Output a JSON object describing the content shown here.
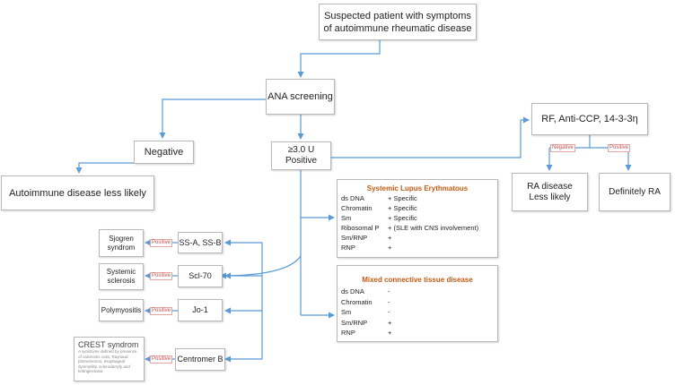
{
  "nodes": {
    "suspected": "Suspected patient with symptoms of autoimmune rheumatic disease",
    "ana": "ANA screening",
    "negative": "Negative",
    "less_likely": "Autoimmune disease less likely",
    "positive_line1": "≥3.0 U",
    "positive_line2": "Positive",
    "rf": "RF, Anti-CCP, 14-3-3η",
    "ra_less_line1": "RA disease",
    "ra_less_line2": "Less likely",
    "definitely_ra": "Definitely RA",
    "ssa": "SS-A, SS-B",
    "scl70": "Scl-70",
    "jo1": "Jo-1",
    "centromere": "Centromer B",
    "sjogren_line1": "Sjogren",
    "sjogren_line2": "syndrom",
    "ssc_line1": "Systemic",
    "ssc_line2": "sclerosis",
    "polymyositis": "Polymyositis",
    "crest_title": "CREST syndrom",
    "crest_desc": "A syndrome defined by presence of calcinosis cutis, Raynaud phenomenon, esophageal dysmotility, sclerodactyly and telangiectasia"
  },
  "tags": {
    "negative": "Negative",
    "positive": "Positive"
  },
  "sle": {
    "title": "Systemic Lupus Erythmatous",
    "rows": [
      {
        "name": "ds DNA",
        "value": "+ Specific"
      },
      {
        "name": "Chromatin",
        "value": "+ Specific"
      },
      {
        "name": "Sm",
        "value": "+ Specific"
      },
      {
        "name": "Ribosomal P",
        "value": "+ (SLE with CNS involvement)"
      },
      {
        "name": "Sm/RNP",
        "value": "+"
      },
      {
        "name": "RNP",
        "value": "+"
      }
    ]
  },
  "mctd": {
    "title": "Mixed connective tissue disease",
    "rows": [
      {
        "name": "ds DNA",
        "value": "-"
      },
      {
        "name": "Chromatin",
        "value": "-"
      },
      {
        "name": "Sm",
        "value": "-"
      },
      {
        "name": "Sm/RNP",
        "value": "+"
      },
      {
        "name": "RNP",
        "value": "+"
      }
    ]
  },
  "colors": {
    "connector": "#5b9bd5",
    "title_accent": "#c55a11",
    "tag": "#c0504d"
  }
}
